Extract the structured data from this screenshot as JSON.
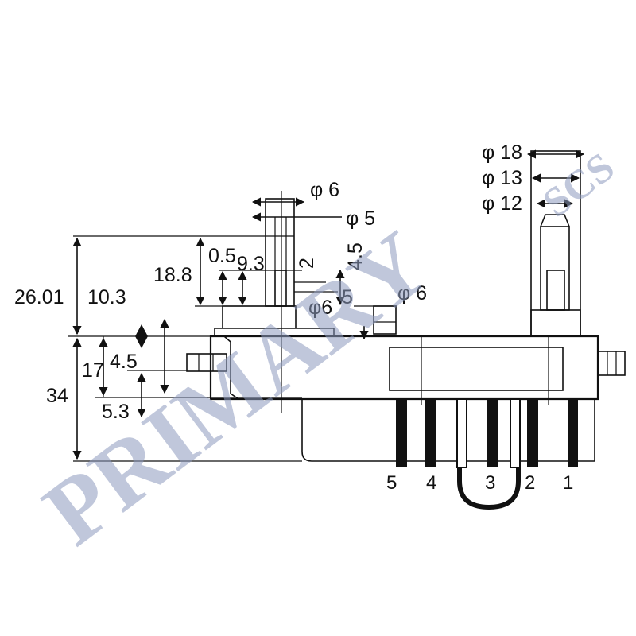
{
  "diagram": {
    "dimensions": {
      "overall_height": "26.01",
      "d10_3": "10.3",
      "d18_8": "18.8",
      "d0_5": "0.5",
      "d9_3": "9.3",
      "d2": "2",
      "d4_5_vert": "4.5",
      "d5": "5",
      "phi6_small": "φ6",
      "phi6_top": "φ 6",
      "phi5_top": "φ 5",
      "phi6_right": "φ 6",
      "phi18": "φ 18",
      "phi13": "φ 13",
      "phi12": "φ 12",
      "d34": "34",
      "d17": "17",
      "d4_5": "4.5",
      "d5_3": "5.3"
    },
    "pins": [
      "5",
      "4",
      "3",
      "2",
      "1"
    ],
    "watermark": {
      "main": "PRIMARY",
      "sub": "SCS"
    }
  }
}
